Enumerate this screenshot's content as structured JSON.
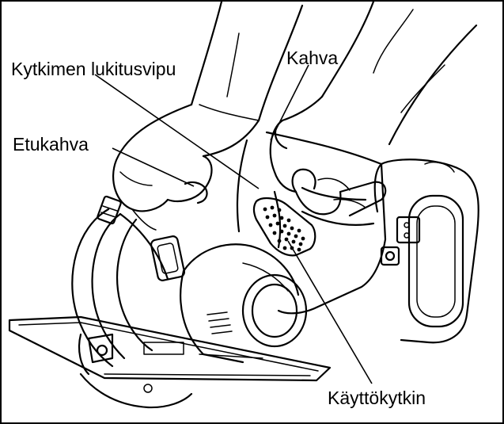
{
  "labels": {
    "switch_lock_lever": "Kytkimen lukitusvipu",
    "handle": "Kahva",
    "front_grip": "Etukahva",
    "trigger_switch": "Käyttökytkin"
  },
  "colors": {
    "ink": "#000000",
    "paper": "#ffffff"
  }
}
